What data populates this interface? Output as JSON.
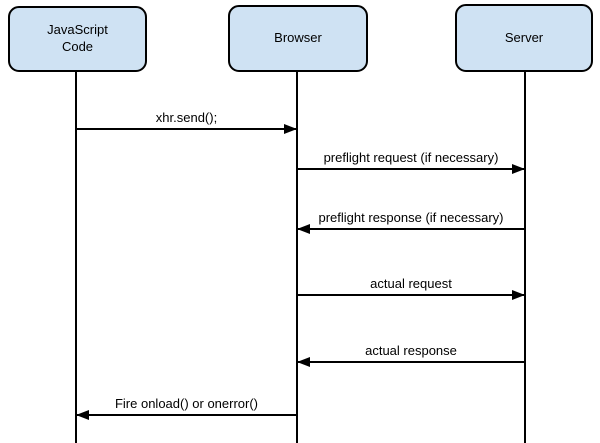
{
  "diagram": {
    "type": "sequence-diagram",
    "background_color": "#ffffff",
    "actor_fill_color": "#cfe2f3",
    "actor_border_color": "#000000",
    "line_color": "#000000",
    "actors": [
      {
        "id": "javascript-code",
        "label": "JavaScript\nCode"
      },
      {
        "id": "browser",
        "label": "Browser"
      },
      {
        "id": "server",
        "label": "Server"
      }
    ],
    "messages": [
      {
        "from": "javascript-code",
        "to": "browser",
        "direction": "right",
        "label": "xhr.send();"
      },
      {
        "from": "browser",
        "to": "server",
        "direction": "right",
        "label": "preflight request (if necessary)"
      },
      {
        "from": "server",
        "to": "browser",
        "direction": "left",
        "label": "preflight response (if necessary)"
      },
      {
        "from": "browser",
        "to": "server",
        "direction": "right",
        "label": "actual request"
      },
      {
        "from": "server",
        "to": "browser",
        "direction": "left",
        "label": "actual response"
      },
      {
        "from": "browser",
        "to": "javascript-code",
        "direction": "left",
        "label": "Fire onload() or onerror()"
      }
    ]
  }
}
